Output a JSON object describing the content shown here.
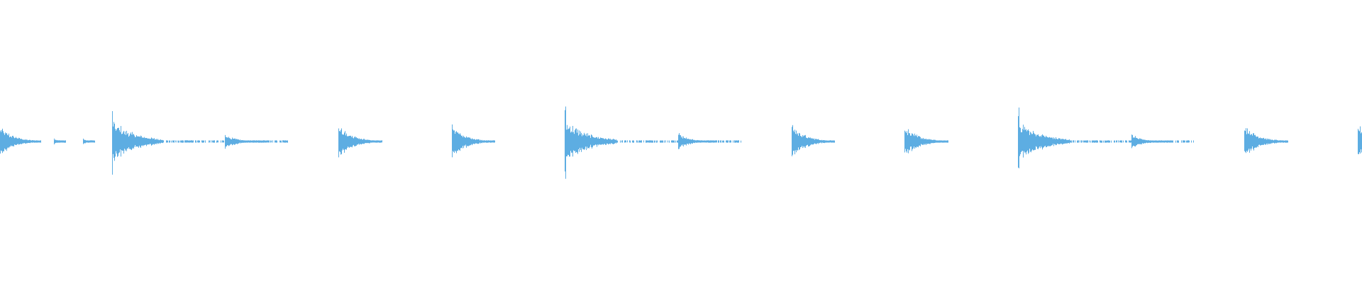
{
  "waveform": {
    "color": "#5dade2",
    "background": "#ffffff",
    "beat_count_visible": 12,
    "events": [
      {
        "beat": 0,
        "type": "medium",
        "peak": 0.1,
        "decay_beats": 0.37
      },
      {
        "beat": 0.49,
        "type": "tick",
        "peak": 0.02,
        "decay_beats": 0.1
      },
      {
        "beat": 0.745,
        "type": "tick",
        "peak": 0.02,
        "decay_beats": 0.1
      },
      {
        "beat": 1,
        "type": "big",
        "peak": 0.23,
        "body": 0.13,
        "decay_beats": 0.45,
        "tail_beats": 0.9
      },
      {
        "beat": 2,
        "type": "small",
        "peak": 0.045,
        "decay_beats": 0.3,
        "tail_beats": 0.25
      },
      {
        "beat": 3,
        "type": "medium",
        "peak": 0.1,
        "decay_beats": 0.38
      },
      {
        "beat": 4,
        "type": "medium",
        "peak": 0.1,
        "decay_beats": 0.38
      },
      {
        "beat": 5,
        "type": "big",
        "peak": 0.24,
        "body": 0.13,
        "decay_beats": 0.45,
        "tail_beats": 0.9
      },
      {
        "beat": 6,
        "type": "small",
        "peak": 0.05,
        "decay_beats": 0.3,
        "tail_beats": 0.25
      },
      {
        "beat": 7,
        "type": "medium",
        "peak": 0.1,
        "decay_beats": 0.38
      },
      {
        "beat": 8,
        "type": "medium",
        "peak": 0.09,
        "decay_beats": 0.38
      },
      {
        "beat": 9,
        "type": "big",
        "peak": 0.21,
        "body": 0.13,
        "decay_beats": 0.45,
        "tail_beats": 0.9
      },
      {
        "beat": 10,
        "type": "small",
        "peak": 0.045,
        "decay_beats": 0.3,
        "tail_beats": 0.25
      },
      {
        "beat": 11,
        "type": "medium",
        "peak": 0.1,
        "decay_beats": 0.38
      },
      {
        "beat": 12,
        "type": "medium",
        "peak": 0.1,
        "decay_beats": 0.38
      }
    ]
  }
}
